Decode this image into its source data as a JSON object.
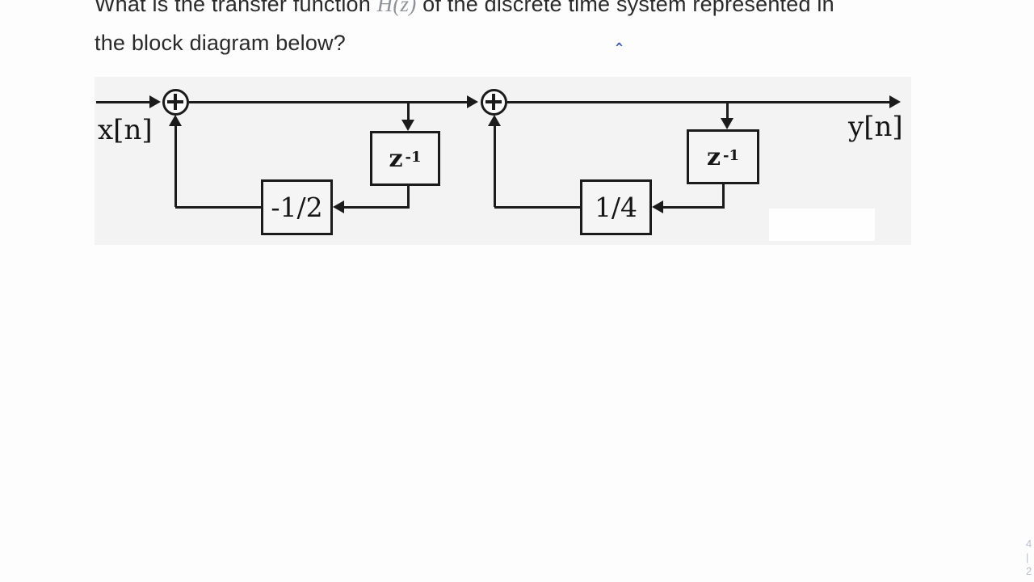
{
  "question": {
    "line1_before": "What is the transfer function ",
    "line1_formula": "H(z)",
    "line1_after": " of the discrete time system represented in",
    "line2": "the block diagram below?",
    "caret": "^"
  },
  "diagram": {
    "input_label": "x[n]",
    "output_label": "y[n]",
    "adder_symbol": "+",
    "blocks": {
      "delay1": {
        "base": "z",
        "exp": "-1"
      },
      "delay2": {
        "base": "z",
        "exp": "-1"
      },
      "gain1": "-1/2",
      "gain2": "1/4"
    }
  },
  "artifacts": {
    "edge_text": "4\n|\n2"
  },
  "colors": {
    "page_bg": "#fdfdfe",
    "diagram_bg": "#f3f3f4",
    "line_color": "#1b1b1b",
    "question_text": "#2a2a2a",
    "formula_text": "#8f9297",
    "caret_blue": "#3a57c2",
    "edge_text": "#b9c0cc"
  }
}
